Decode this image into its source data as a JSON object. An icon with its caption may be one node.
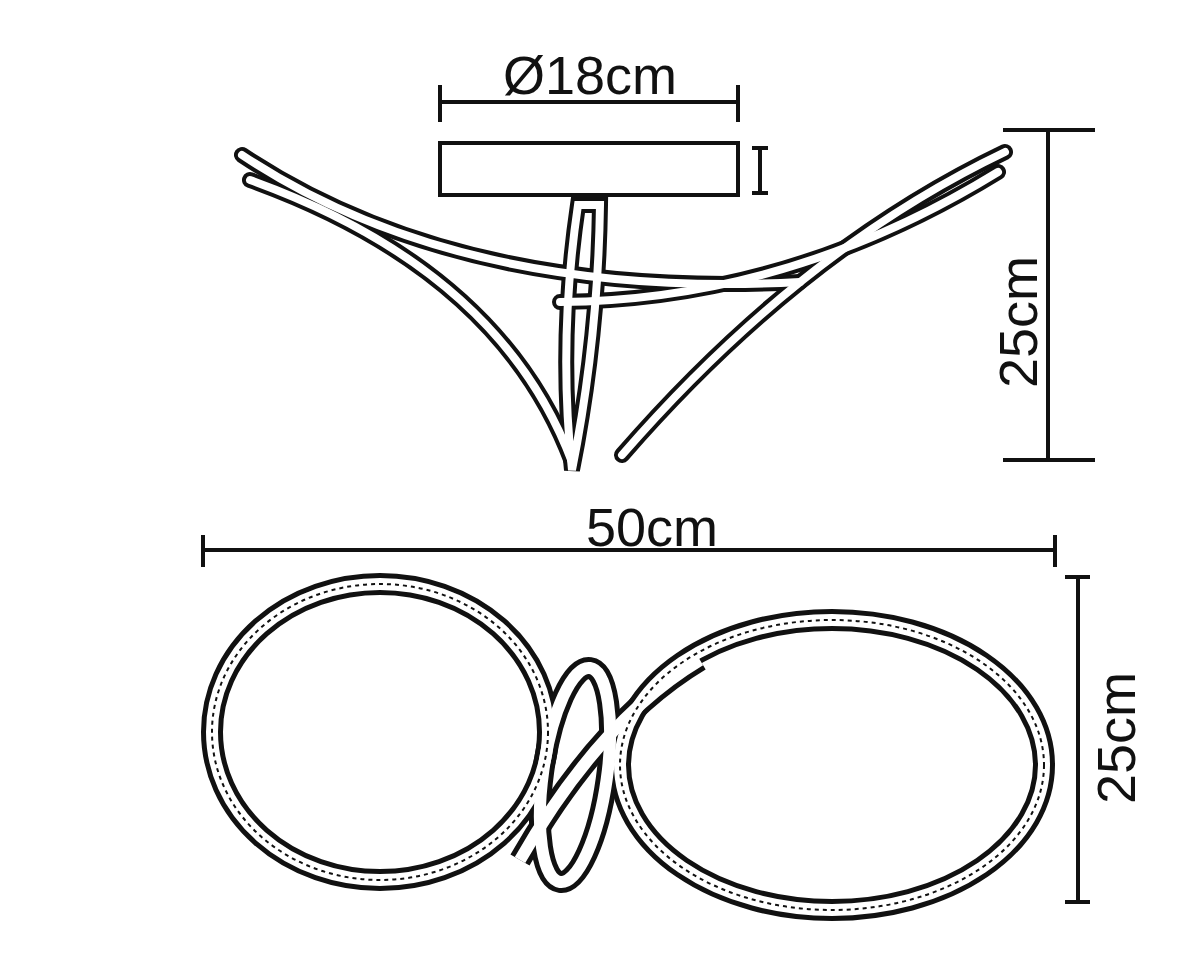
{
  "diagram": {
    "labels": [
      "Ø18cm",
      "25cm",
      "50cm",
      "25cm"
    ]
  }
}
